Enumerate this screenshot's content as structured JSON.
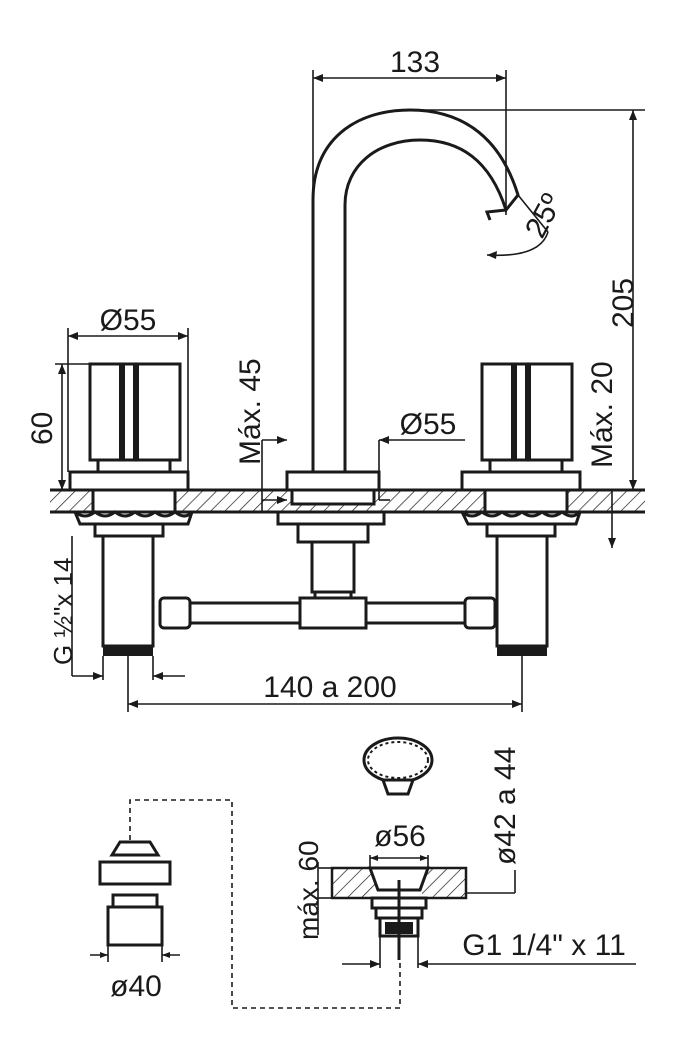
{
  "labels": {
    "spout_reach": "133",
    "spout_angle": "25º",
    "height_total": "205",
    "handle_diameter": "Ø55",
    "handle_height": "60",
    "max_deck_left": "Máx. 45",
    "spout_base_diameter": "Ø55",
    "max_deck_right": "Máx. 20",
    "thread_supply": "G ½\"x 14",
    "center_spread": "140 a 200",
    "drain_diameter": "ø56",
    "drain_hole": "ø42 a 44",
    "drain_max_deck": "máx. 60",
    "drain_thread": "G1 1/4\" x 11",
    "pop_up_diameter": "ø40"
  }
}
